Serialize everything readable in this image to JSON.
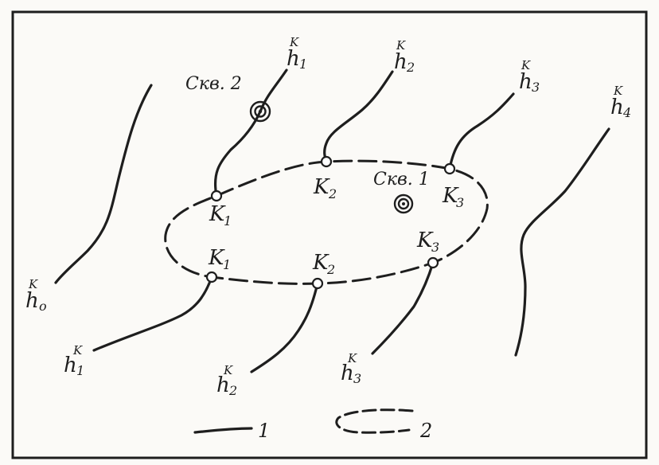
{
  "labels": {
    "h0": {
      "letter": "h",
      "sub": "o",
      "sup": "K"
    },
    "h1_top": {
      "letter": "h",
      "sub": "1",
      "sup": "K"
    },
    "h2_top": {
      "letter": "h",
      "sub": "2",
      "sup": "K"
    },
    "h3_top": {
      "letter": "h",
      "sub": "3",
      "sup": "K"
    },
    "h4": {
      "letter": "h",
      "sub": "4",
      "sup": "K"
    },
    "h1_bot": {
      "letter": "h",
      "sub": "1",
      "sup": "K"
    },
    "h2_bot": {
      "letter": "h",
      "sub": "2",
      "sup": "K"
    },
    "h3_bot": {
      "letter": "h",
      "sub": "3",
      "sup": "K"
    }
  },
  "points": {
    "k1_top": {
      "letter": "K",
      "sub": "1"
    },
    "k2_top": {
      "letter": "K",
      "sub": "2"
    },
    "k3_top": {
      "letter": "K",
      "sub": "3"
    },
    "k1_bot": {
      "letter": "K",
      "sub": "1"
    },
    "k2_bot": {
      "letter": "K",
      "sub": "2"
    },
    "k3_bot": {
      "letter": "K",
      "sub": "3"
    }
  },
  "wells": {
    "well2": "Скв. 2",
    "well1": "Скв. 1"
  },
  "legend": {
    "item1": "1",
    "item2": "2"
  },
  "colors": {
    "ink": "#1e1e1e",
    "paper": "#fbfaf7"
  }
}
